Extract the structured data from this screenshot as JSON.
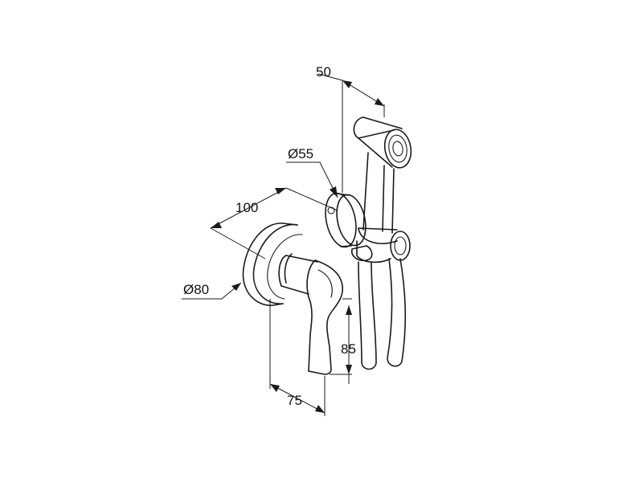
{
  "dimensions": {
    "handshower_width": "50",
    "outlet_diameter": "Ø55",
    "mixer_depth": "100",
    "rosette_diameter": "Ø80",
    "lever_height": "85",
    "lever_width": "75"
  }
}
